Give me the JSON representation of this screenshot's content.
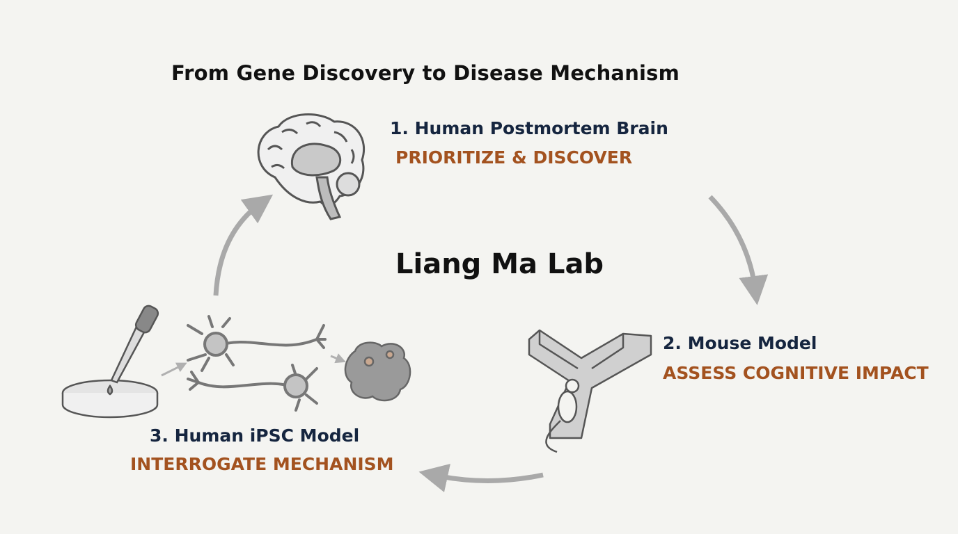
{
  "title": "From Gene Discovery to Disease Mechanism",
  "center_label": "Liang Ma Lab",
  "steps": [
    {
      "label": "1. Human Postmortem Brain",
      "action": "PRIORITIZE & DISCOVER",
      "icon": "brain-icon"
    },
    {
      "label": "2. Mouse Model",
      "action": "ASSESS COGNITIVE IMPACT",
      "icon": "y-maze-mouse-icon"
    },
    {
      "label": "3. Human iPSC Model",
      "action": "INTERROGATE MECHANISM",
      "icon": "ipsc-neurons-icon"
    }
  ],
  "colors": {
    "background": "#f4f4f1",
    "step_title": "#15253f",
    "step_action": "#a3521f",
    "arrow": "#a9a9a9"
  }
}
